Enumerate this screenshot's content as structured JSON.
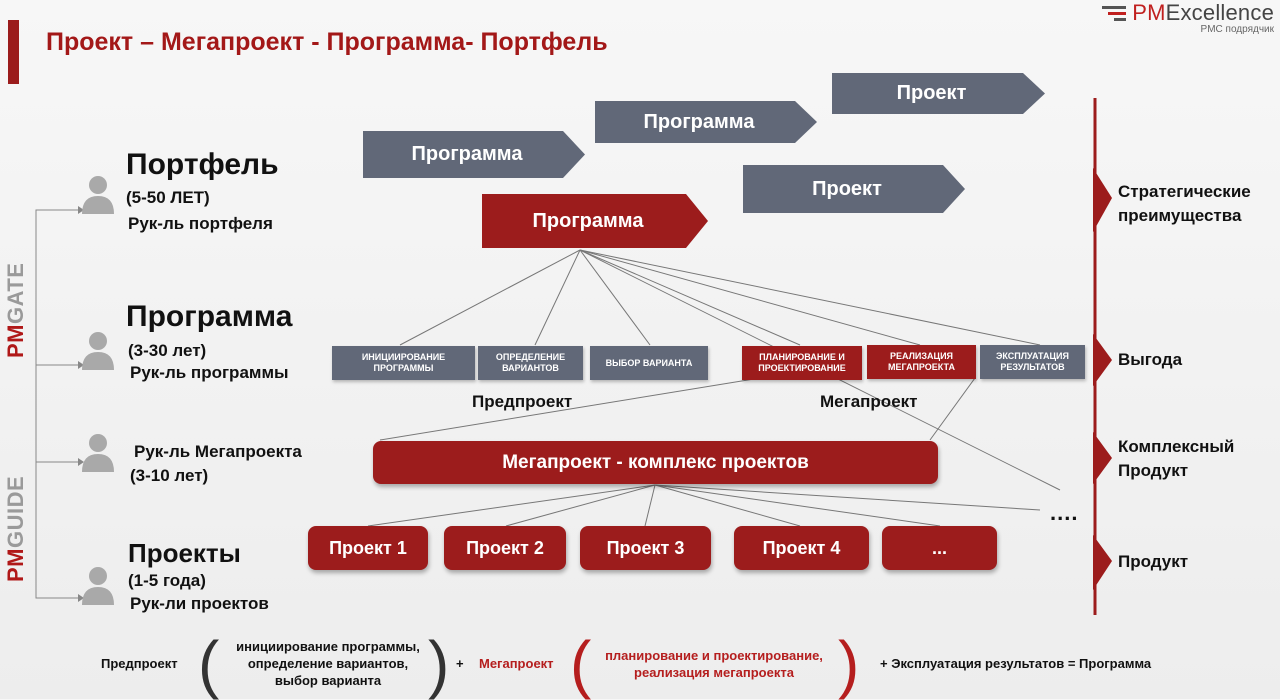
{
  "title": "Проект – Мегапроект - Программа- Портфель",
  "logo": {
    "brand_pm": "PM",
    "brand_rest": "Excellence",
    "tagline": "PMC подрядчик"
  },
  "side_labels": {
    "pmgate": {
      "pm": "PM",
      "rest": "GATE"
    },
    "pmguide": {
      "pm": "PM",
      "rest": "GUIDE"
    }
  },
  "roles": {
    "portfolio": {
      "title": "Портфель",
      "duration": "(5-50 ЛЕТ)",
      "manager": "Рук-ль портфеля"
    },
    "program": {
      "title": "Программа",
      "duration": "(3-30 лет)",
      "manager": "Рук-ль программы"
    },
    "megaproject": {
      "manager": "Рук-ль Мегапроекта",
      "duration": "(3-10 лет)"
    },
    "projects": {
      "title": "Проекты",
      "duration": "(1-5 года)",
      "manager": "Рук-ли проектов"
    }
  },
  "portfolio_arrows": {
    "program_1": "Программа",
    "program_2": "Программа",
    "project_1": "Проект",
    "project_2": "Проект",
    "program_main": "Программа"
  },
  "stages": [
    "ИНИЦИИРОВАНИЕ ПРОГРАММЫ",
    "ОПРЕДЕЛЕНИЕ ВАРИАНТОВ",
    "ВЫБОР ВАРИАНТА",
    "ПЛАНИРОВАНИЕ И ПРОЕКТИРОВАНИЕ",
    "РЕАЛИЗАЦИЯ МЕГАПРОЕКТА",
    "ЭКСПЛУАТАЦИЯ РЕЗУЛЬТАТОВ"
  ],
  "group_labels": {
    "preproject": "Предпроект",
    "megaproject": "Мегапроект"
  },
  "megaproject_bar": "Мегапроект - комплекс проектов",
  "projects": [
    "Проект 1",
    "Проект 2",
    "Проект 3",
    "Проект 4",
    "..."
  ],
  "more_dots": "....",
  "right_labels": {
    "strategic": {
      "line1": "Стратегические",
      "line2": "преимущества"
    },
    "benefit": "Выгода",
    "complex": {
      "line1": "Комплексный",
      "line2": "Продукт"
    },
    "product": "Продукт"
  },
  "formula": {
    "preproject": "Предпроект",
    "pre_items": [
      "инициирование программы,",
      "определение вариантов,",
      "выбор варианта"
    ],
    "plus": "+",
    "megaproject": "Мегапроект",
    "mega_items": [
      "планирование и проектирование,",
      "реализация мегапроекта"
    ],
    "result": "+ Эксплуатация результатов = Программа"
  },
  "colors": {
    "accent_red": "#9c1c1c",
    "title_red": "#a31818",
    "grey_arrow": "#616878",
    "person_grey": "#a9a9a9"
  }
}
